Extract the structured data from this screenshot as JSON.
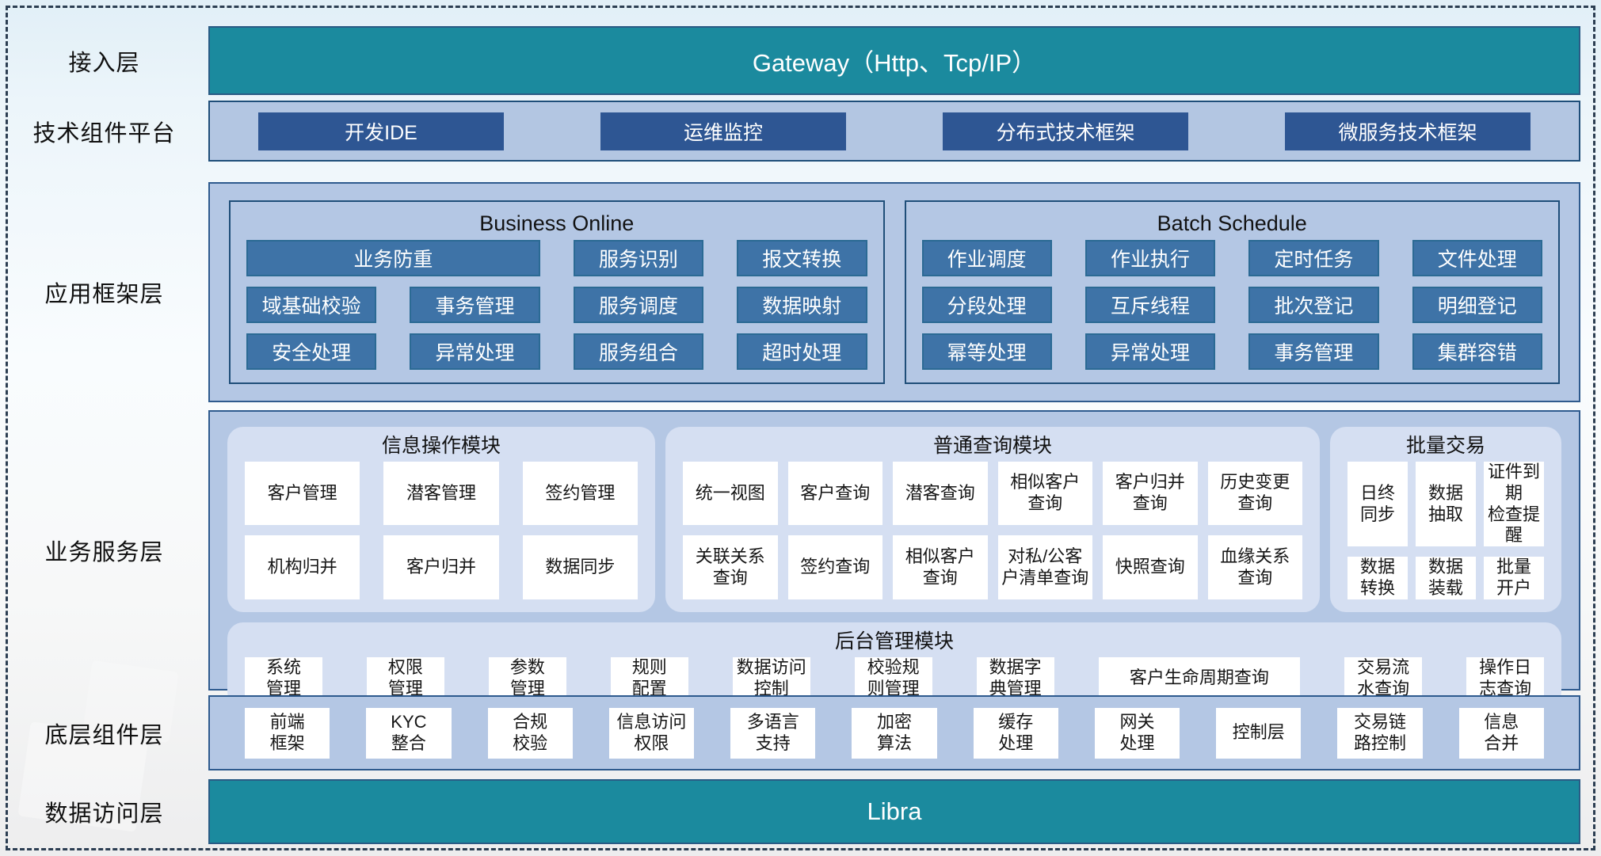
{
  "access_layer": {
    "label": "接入层",
    "bar_text": "Gateway（Http、Tcp/IP）"
  },
  "tech_platform": {
    "label": "技术组件平台",
    "buttons": [
      "开发IDE",
      "运维监控",
      "分布式技术框架",
      "微服务技术框架"
    ]
  },
  "app_framework": {
    "label": "应用框架层",
    "business_online": {
      "title": "Business Online",
      "wide": "业务防重",
      "r1": [
        "服务识别",
        "报文转换"
      ],
      "r2": [
        "域基础校验",
        "事务管理",
        "服务调度",
        "数据映射"
      ],
      "r3": [
        "安全处理",
        "异常处理",
        "服务组合",
        "超时处理"
      ]
    },
    "batch_schedule": {
      "title": "Batch Schedule",
      "r1": [
        "作业调度",
        "作业执行",
        "定时任务",
        "文件处理"
      ],
      "r2": [
        "分段处理",
        "互斥线程",
        "批次登记",
        "明细登记"
      ],
      "r3": [
        "幂等处理",
        "异常处理",
        "事务管理",
        "集群容错"
      ]
    }
  },
  "business_service": {
    "label": "业务服务层",
    "info_module": {
      "title": "信息操作模块",
      "r1": [
        "客户管理",
        "潜客管理",
        "签约管理"
      ],
      "r2": [
        "机构归并",
        "客户归并",
        "数据同步"
      ]
    },
    "query_module": {
      "title": "普通查询模块",
      "r1": [
        "统一视图",
        "客户查询",
        "潜客查询",
        "相似客户\n查询",
        "客户归并\n查询",
        "历史变更\n查询"
      ],
      "r2": [
        "关联关系\n查询",
        "签约查询",
        "相似客户\n查询",
        "对私/公客\n户清单查询",
        "快照查询",
        "血缘关系\n查询"
      ]
    },
    "batch_module": {
      "title": "批量交易",
      "r1": [
        "日终\n同步",
        "数据\n抽取",
        "证件到期\n检查提醒"
      ],
      "r2": [
        "数据\n转换",
        "数据\n装载",
        "批量\n开户"
      ]
    },
    "admin_module": {
      "title": "后台管理模块",
      "items": [
        "系统\n管理",
        "权限\n管理",
        "参数\n管理",
        "规则\n配置",
        "数据访问\n控制",
        "校验规\n则管理",
        "数据字\n典管理",
        "客户生命周期查询",
        "交易流\n水查询",
        "操作日\n志查询"
      ]
    }
  },
  "bottom_components": {
    "label": "底层组件层",
    "items": [
      "前端\n框架",
      "KYC\n整合",
      "合规\n校验",
      "信息访问\n权限",
      "多语言\n支持",
      "加密\n算法",
      "缓存\n处理",
      "网关\n处理",
      "控制层",
      "交易链\n路控制",
      "信息\n合并"
    ]
  },
  "data_access": {
    "label": "数据访问层",
    "bar_text": "Libra"
  },
  "colors": {
    "teal_bar": "#1b8a9e",
    "dark_button": "#2e5693",
    "panel_fill": "#b4c7e4",
    "panel_border": "#2e5a8e",
    "blue_box": "#3e73a7",
    "inner_module": "#d5dff2",
    "white_box": "#ffffff"
  }
}
